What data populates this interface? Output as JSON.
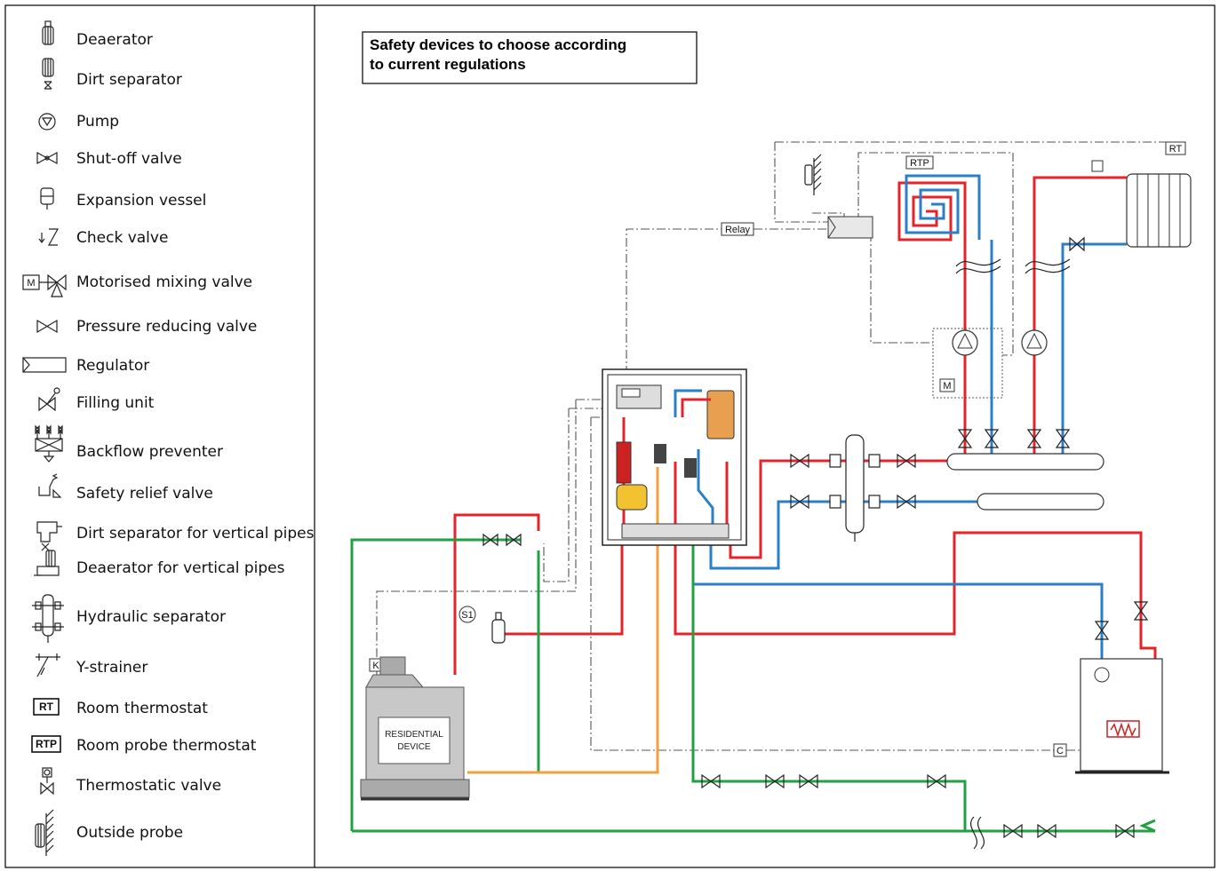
{
  "legend": {
    "items": [
      {
        "key": "deaerator",
        "label": "Deaerator"
      },
      {
        "key": "dirt-separator",
        "label": "Dirt separator"
      },
      {
        "key": "pump",
        "label": "Pump"
      },
      {
        "key": "shutoff-valve",
        "label": "Shut-off valve"
      },
      {
        "key": "expansion-vessel",
        "label": "Expansion vessel"
      },
      {
        "key": "check-valve",
        "label": "Check valve"
      },
      {
        "key": "motorised-mixing-valve",
        "label": "Motorised mixing valve"
      },
      {
        "key": "pressure-reducing-valve",
        "label": "Pressure reducing valve"
      },
      {
        "key": "regulator",
        "label": "Regulator"
      },
      {
        "key": "filling-unit",
        "label": "Filling unit"
      },
      {
        "key": "backflow-preventer",
        "label": "Backflow preventer"
      },
      {
        "key": "safety-relief-valve",
        "label": "Safety relief valve"
      },
      {
        "key": "dirt-separator-vertical",
        "label": "Dirt separator for vertical pipes"
      },
      {
        "key": "deaerator-vertical",
        "label": "Deaerator for vertical pipes"
      },
      {
        "key": "hydraulic-separator",
        "label": "Hydraulic separator"
      },
      {
        "key": "y-strainer",
        "label": "Y-strainer"
      },
      {
        "key": "room-thermostat",
        "label": "Room thermostat",
        "badge": "RT"
      },
      {
        "key": "room-probe-thermostat",
        "label": "Room probe thermostat",
        "badge": "RTP"
      },
      {
        "key": "thermostatic-valve",
        "label": "Thermostatic valve"
      },
      {
        "key": "outside-probe",
        "label": "Outside probe"
      }
    ],
    "mixing_badge": "M"
  },
  "diagram": {
    "note_line1": "Safety devices to choose according",
    "note_line2": "to current regulations",
    "tag_rt": "RT",
    "tag_rtp": "RTP",
    "tag_relay": "Relay",
    "tag_m": "M",
    "tag_s1": "S1",
    "tag_k": "K",
    "tag_c": "C",
    "device_line1": "RESIDENTIAL",
    "device_line2": "DEVICE"
  },
  "colors": {
    "flow": "#e3242b",
    "return": "#2b7fc7",
    "cold_water": "#22a043",
    "dhw": "#f0a040"
  }
}
